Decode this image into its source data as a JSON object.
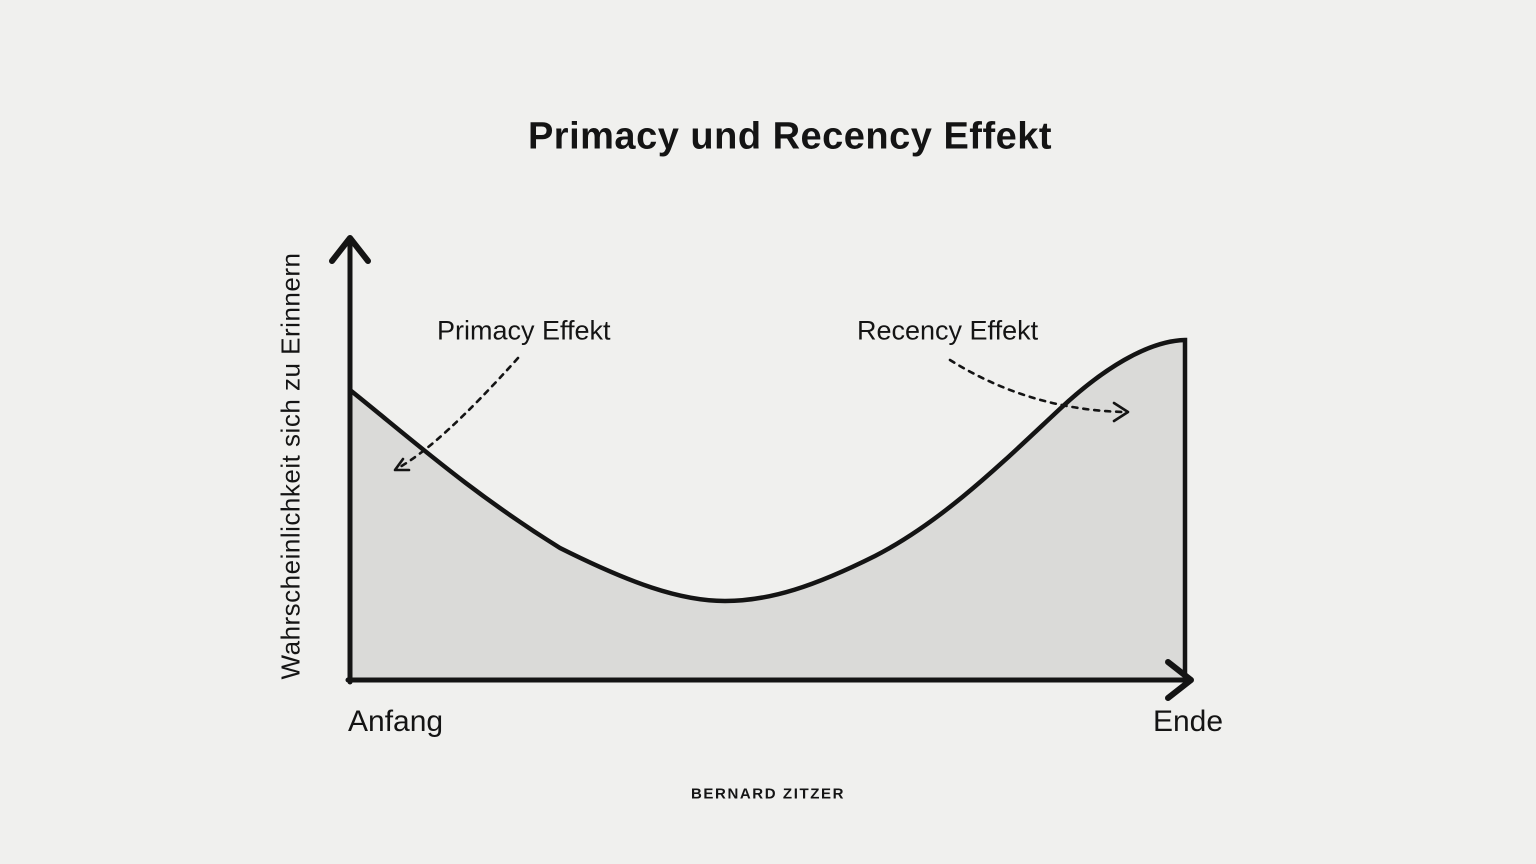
{
  "title": "Primacy und Recency Effekt",
  "axes": {
    "y_label": "Wahrscheinlichkeit sich zu Erinnern",
    "x_start_label": "Anfang",
    "x_end_label": "Ende"
  },
  "annotations": {
    "primacy_label": "Primacy Effekt",
    "recency_label": "Recency Effekt"
  },
  "footer": {
    "credit": "BERNARD ZITZER"
  },
  "colors": {
    "background": "#f0f0ee",
    "area_fill": "#dadad8",
    "line": "#141414",
    "text": "#141414"
  },
  "chart_data": {
    "type": "area",
    "title": "Primacy und Recency Effekt",
    "ylabel": "Wahrscheinlichkeit sich zu Erinnern",
    "xlabel": "",
    "x_axis_endpoint_labels": [
      "Anfang",
      "Ende"
    ],
    "x_normalized": [
      0,
      0.1,
      0.2,
      0.3,
      0.4,
      0.44,
      0.5,
      0.6,
      0.7,
      0.8,
      0.9,
      1.0
    ],
    "y_normalized": [
      0.67,
      0.52,
      0.37,
      0.26,
      0.2,
      0.19,
      0.2,
      0.26,
      0.37,
      0.55,
      0.72,
      0.79
    ],
    "ylim": [
      0,
      1
    ],
    "grid": false,
    "legend": false,
    "curve_shape": "u-shaped serial position curve: high at start (primacy), dip in middle, highest at end (recency)",
    "annotations": [
      {
        "label": "Primacy Effekt",
        "arrow": "dashed, points to descending left part of curve"
      },
      {
        "label": "Recency Effekt",
        "arrow": "dashed, points to ascending right part of curve"
      }
    ]
  }
}
